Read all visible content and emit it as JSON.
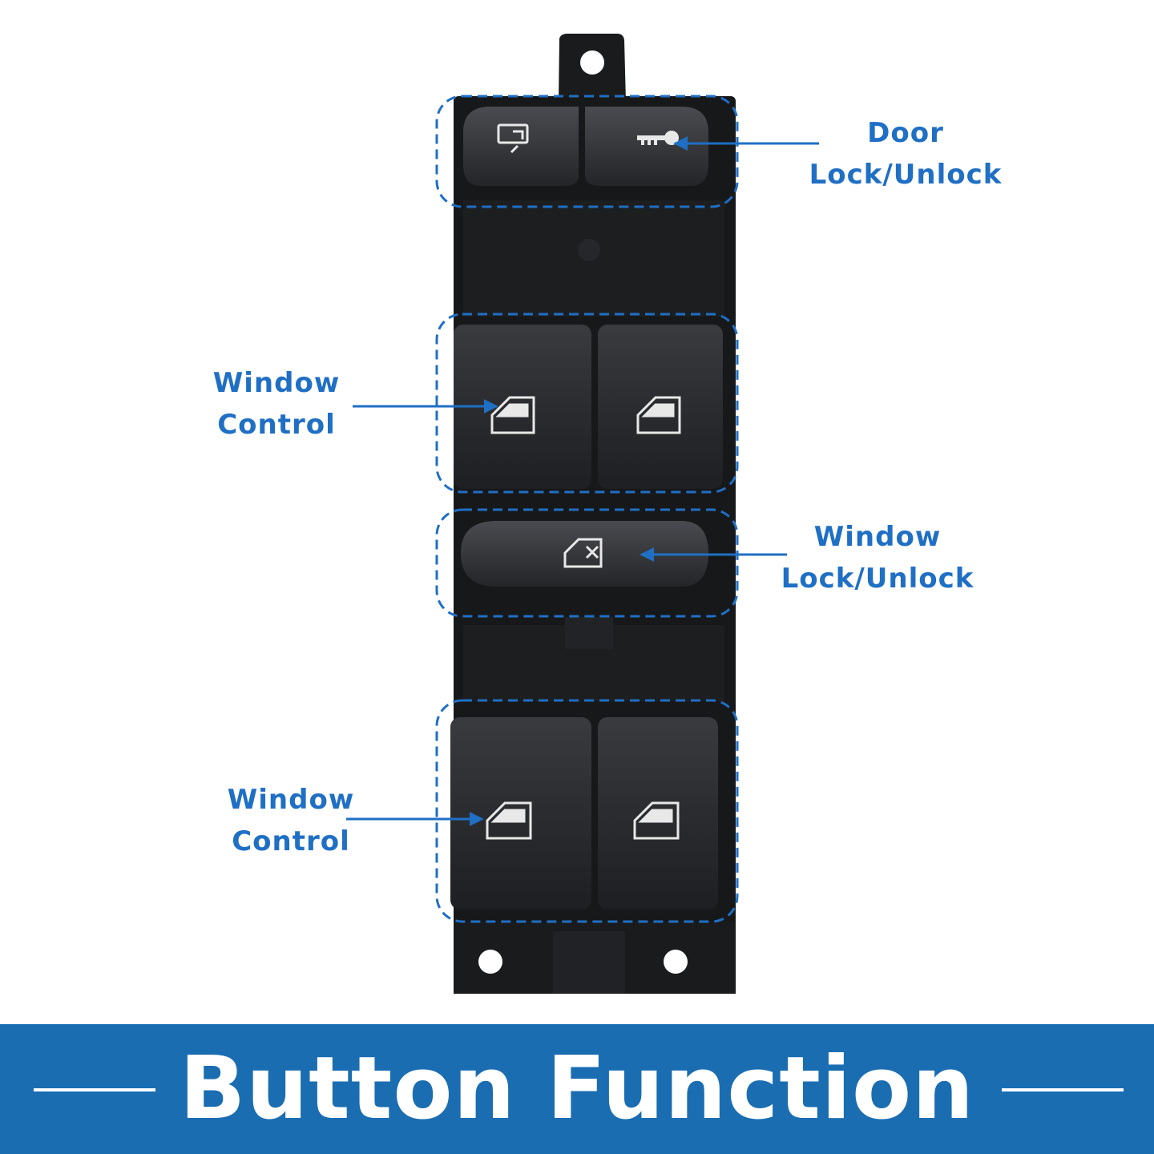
{
  "callouts": {
    "door_lock": [
      "Door",
      "Lock/Unlock"
    ],
    "window_control_front": [
      "Window",
      "Control"
    ],
    "window_lock": [
      "Window",
      "Lock/Unlock"
    ],
    "window_control_rear": [
      "Window",
      "Control"
    ]
  },
  "banner": {
    "title": "Button Function"
  },
  "colors": {
    "accent": "#1f6fc5",
    "banner": "#1a6db1",
    "switch_body": "#17181a",
    "button": "#2a2b2e",
    "icon": "#e8e8e8"
  },
  "icons": [
    "mirror-icon",
    "key-icon",
    "window-icon",
    "window-lock-icon"
  ]
}
